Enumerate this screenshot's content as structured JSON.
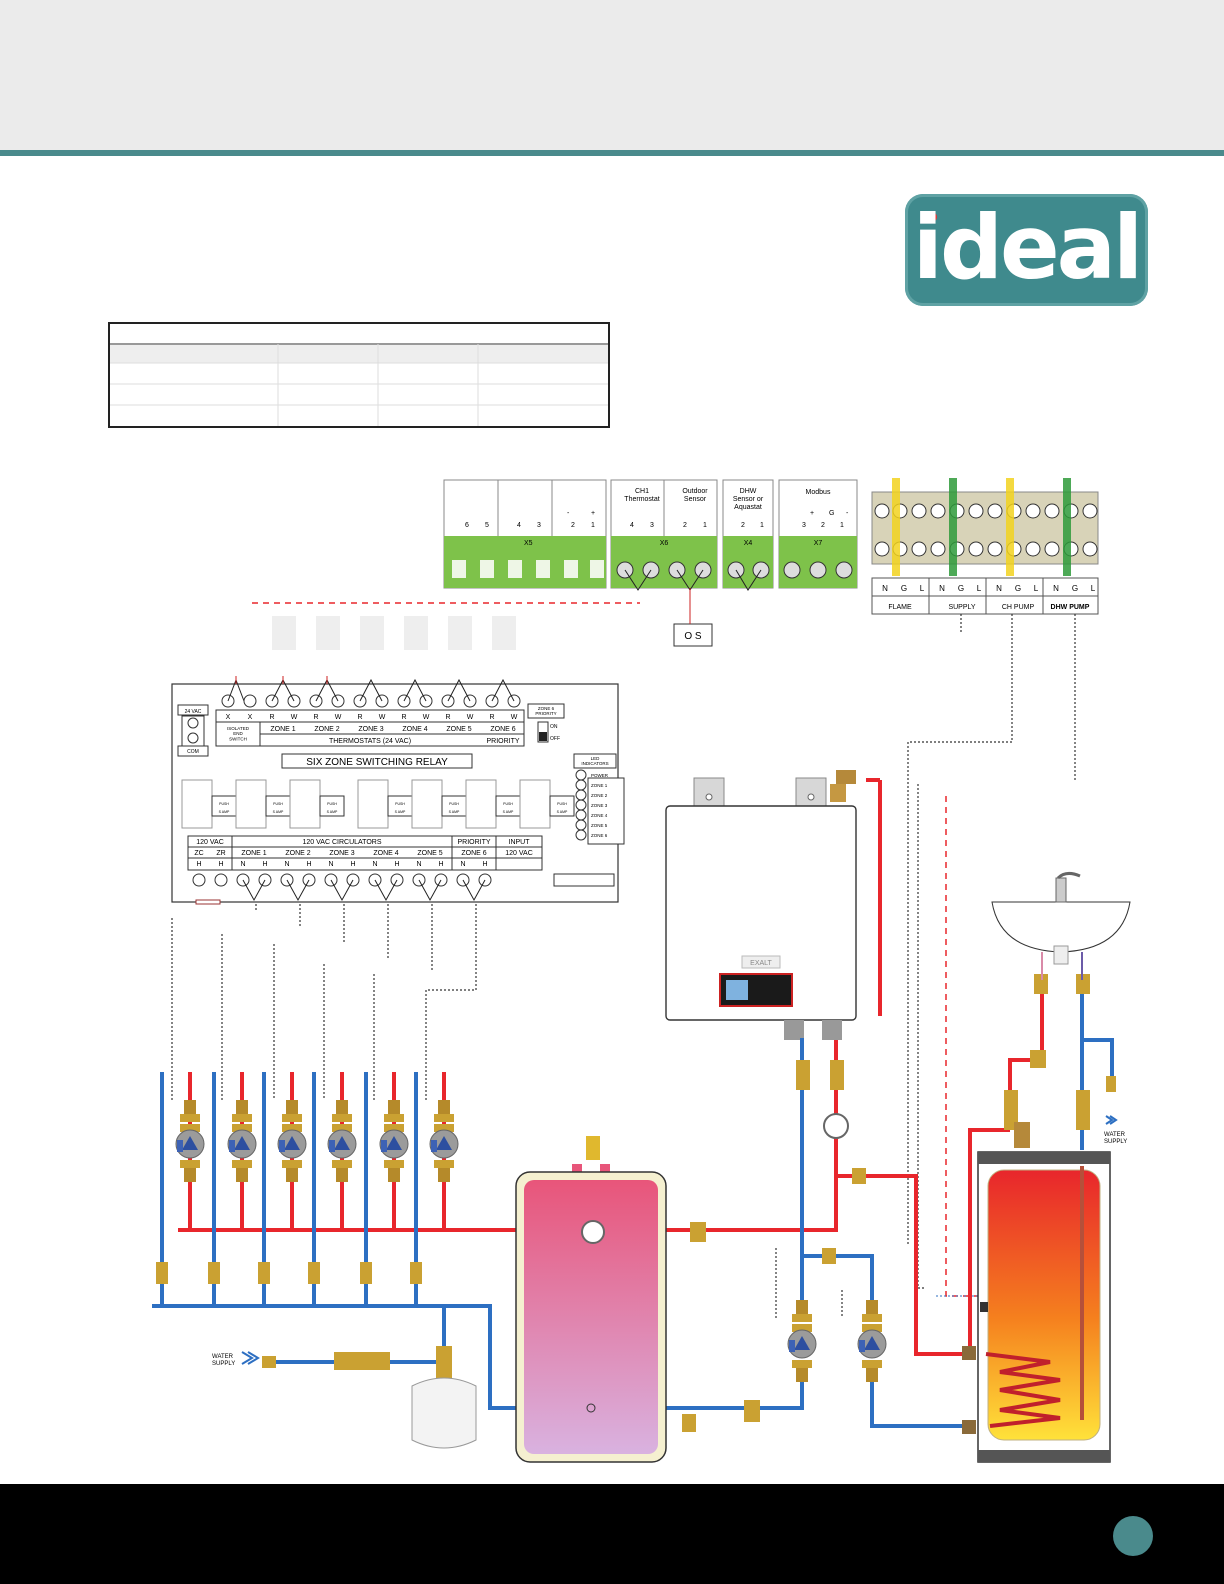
{
  "brand": {
    "logo_text": "ideal"
  },
  "colors": {
    "accent": "#4a8a8c",
    "supply": "#e8262c",
    "return": "#2d6fc2",
    "terminal_green": "#7ec24a",
    "boiler_panel": "#ffffff"
  },
  "spec_table": {
    "rows": [
      [
        "",
        "",
        "",
        ""
      ],
      [
        "",
        "",
        "",
        ""
      ],
      [
        "",
        "",
        "",
        ""
      ]
    ]
  },
  "boiler_terminals": {
    "x5": {
      "label": "X5",
      "pins": [
        "6",
        "5",
        "4",
        "3",
        "2",
        "1"
      ],
      "polarity": [
        "-",
        "+"
      ]
    },
    "x6": {
      "label": "X6",
      "group_a": "CH1\nThermostat",
      "group_b": "Outdoor\nSensor",
      "pins": [
        "4",
        "3",
        "2",
        "1"
      ]
    },
    "x4": {
      "label": "X4",
      "title": "DHW\nSensor or\nAquastat",
      "pins": [
        "2",
        "1"
      ]
    },
    "x7": {
      "label": "X7",
      "title": "Modbus",
      "polarity": [
        "+",
        "G",
        "-"
      ],
      "pins": [
        "3",
        "2",
        "1"
      ]
    },
    "outdoor_sensor": "O S"
  },
  "power_block": {
    "terminal_letters": [
      "N",
      "G",
      "L",
      "N",
      "G",
      "L",
      "N",
      "G",
      "L",
      "N",
      "G",
      "L"
    ],
    "groups": [
      "FLAME",
      "SUPPLY",
      "CH PUMP",
      "DHW PUMP"
    ]
  },
  "relay": {
    "title": "SIX ZONE SWITCHING RELAY",
    "left_top": "24 VAC",
    "left_bottom": "COM",
    "isolated_label": "ISOLATED\nEND\nSWITCH",
    "thermostat_terms": [
      "X",
      "X",
      "R",
      "W",
      "R",
      "W",
      "R",
      "W",
      "R",
      "W",
      "R",
      "W",
      "R",
      "W"
    ],
    "zones": [
      "ZONE 1",
      "ZONE 2",
      "ZONE 3",
      "ZONE 4",
      "ZONE 5",
      "ZONE 6"
    ],
    "priority": "PRIORITY",
    "thermostats_label": "THERMOSTATS (24 VAC)",
    "zone6_priority": "ZONE 6\nPRIORITY",
    "switch_on": "ON",
    "switch_off": "OFF",
    "led_title": "LED\nINDICATORS",
    "leds": [
      "POWER",
      "ZONE 1",
      "ZONE 2",
      "ZONE 3",
      "ZONE 4",
      "ZONE 5",
      "ZONE 6"
    ],
    "relay_label": "PUSH\nS AMP",
    "bottom_120": "120 VAC",
    "bottom_circ": "120 VAC CIRCULATORS",
    "bottom_priority": "PRIORITY",
    "bottom_input": "INPUT",
    "bottom_zones": [
      "ZONE 1",
      "ZONE 2",
      "ZONE 3",
      "ZONE 5",
      "ZONE 6"
    ],
    "bottom_zone4": "ZONE 4",
    "zc_zr": [
      "ZC",
      "ZR"
    ],
    "input_vac": "120 VAC",
    "hn_terms": [
      "H",
      "H",
      "N",
      "H",
      "N",
      "H",
      "N",
      "H",
      "N",
      "H",
      "N",
      "H",
      "N",
      "H"
    ]
  },
  "boiler": {
    "model_label": "EXALT"
  },
  "water_supply_labels": [
    "WATER\nSUPPLY",
    "WATER\nSUPPLY"
  ],
  "page": {
    "number": ""
  }
}
